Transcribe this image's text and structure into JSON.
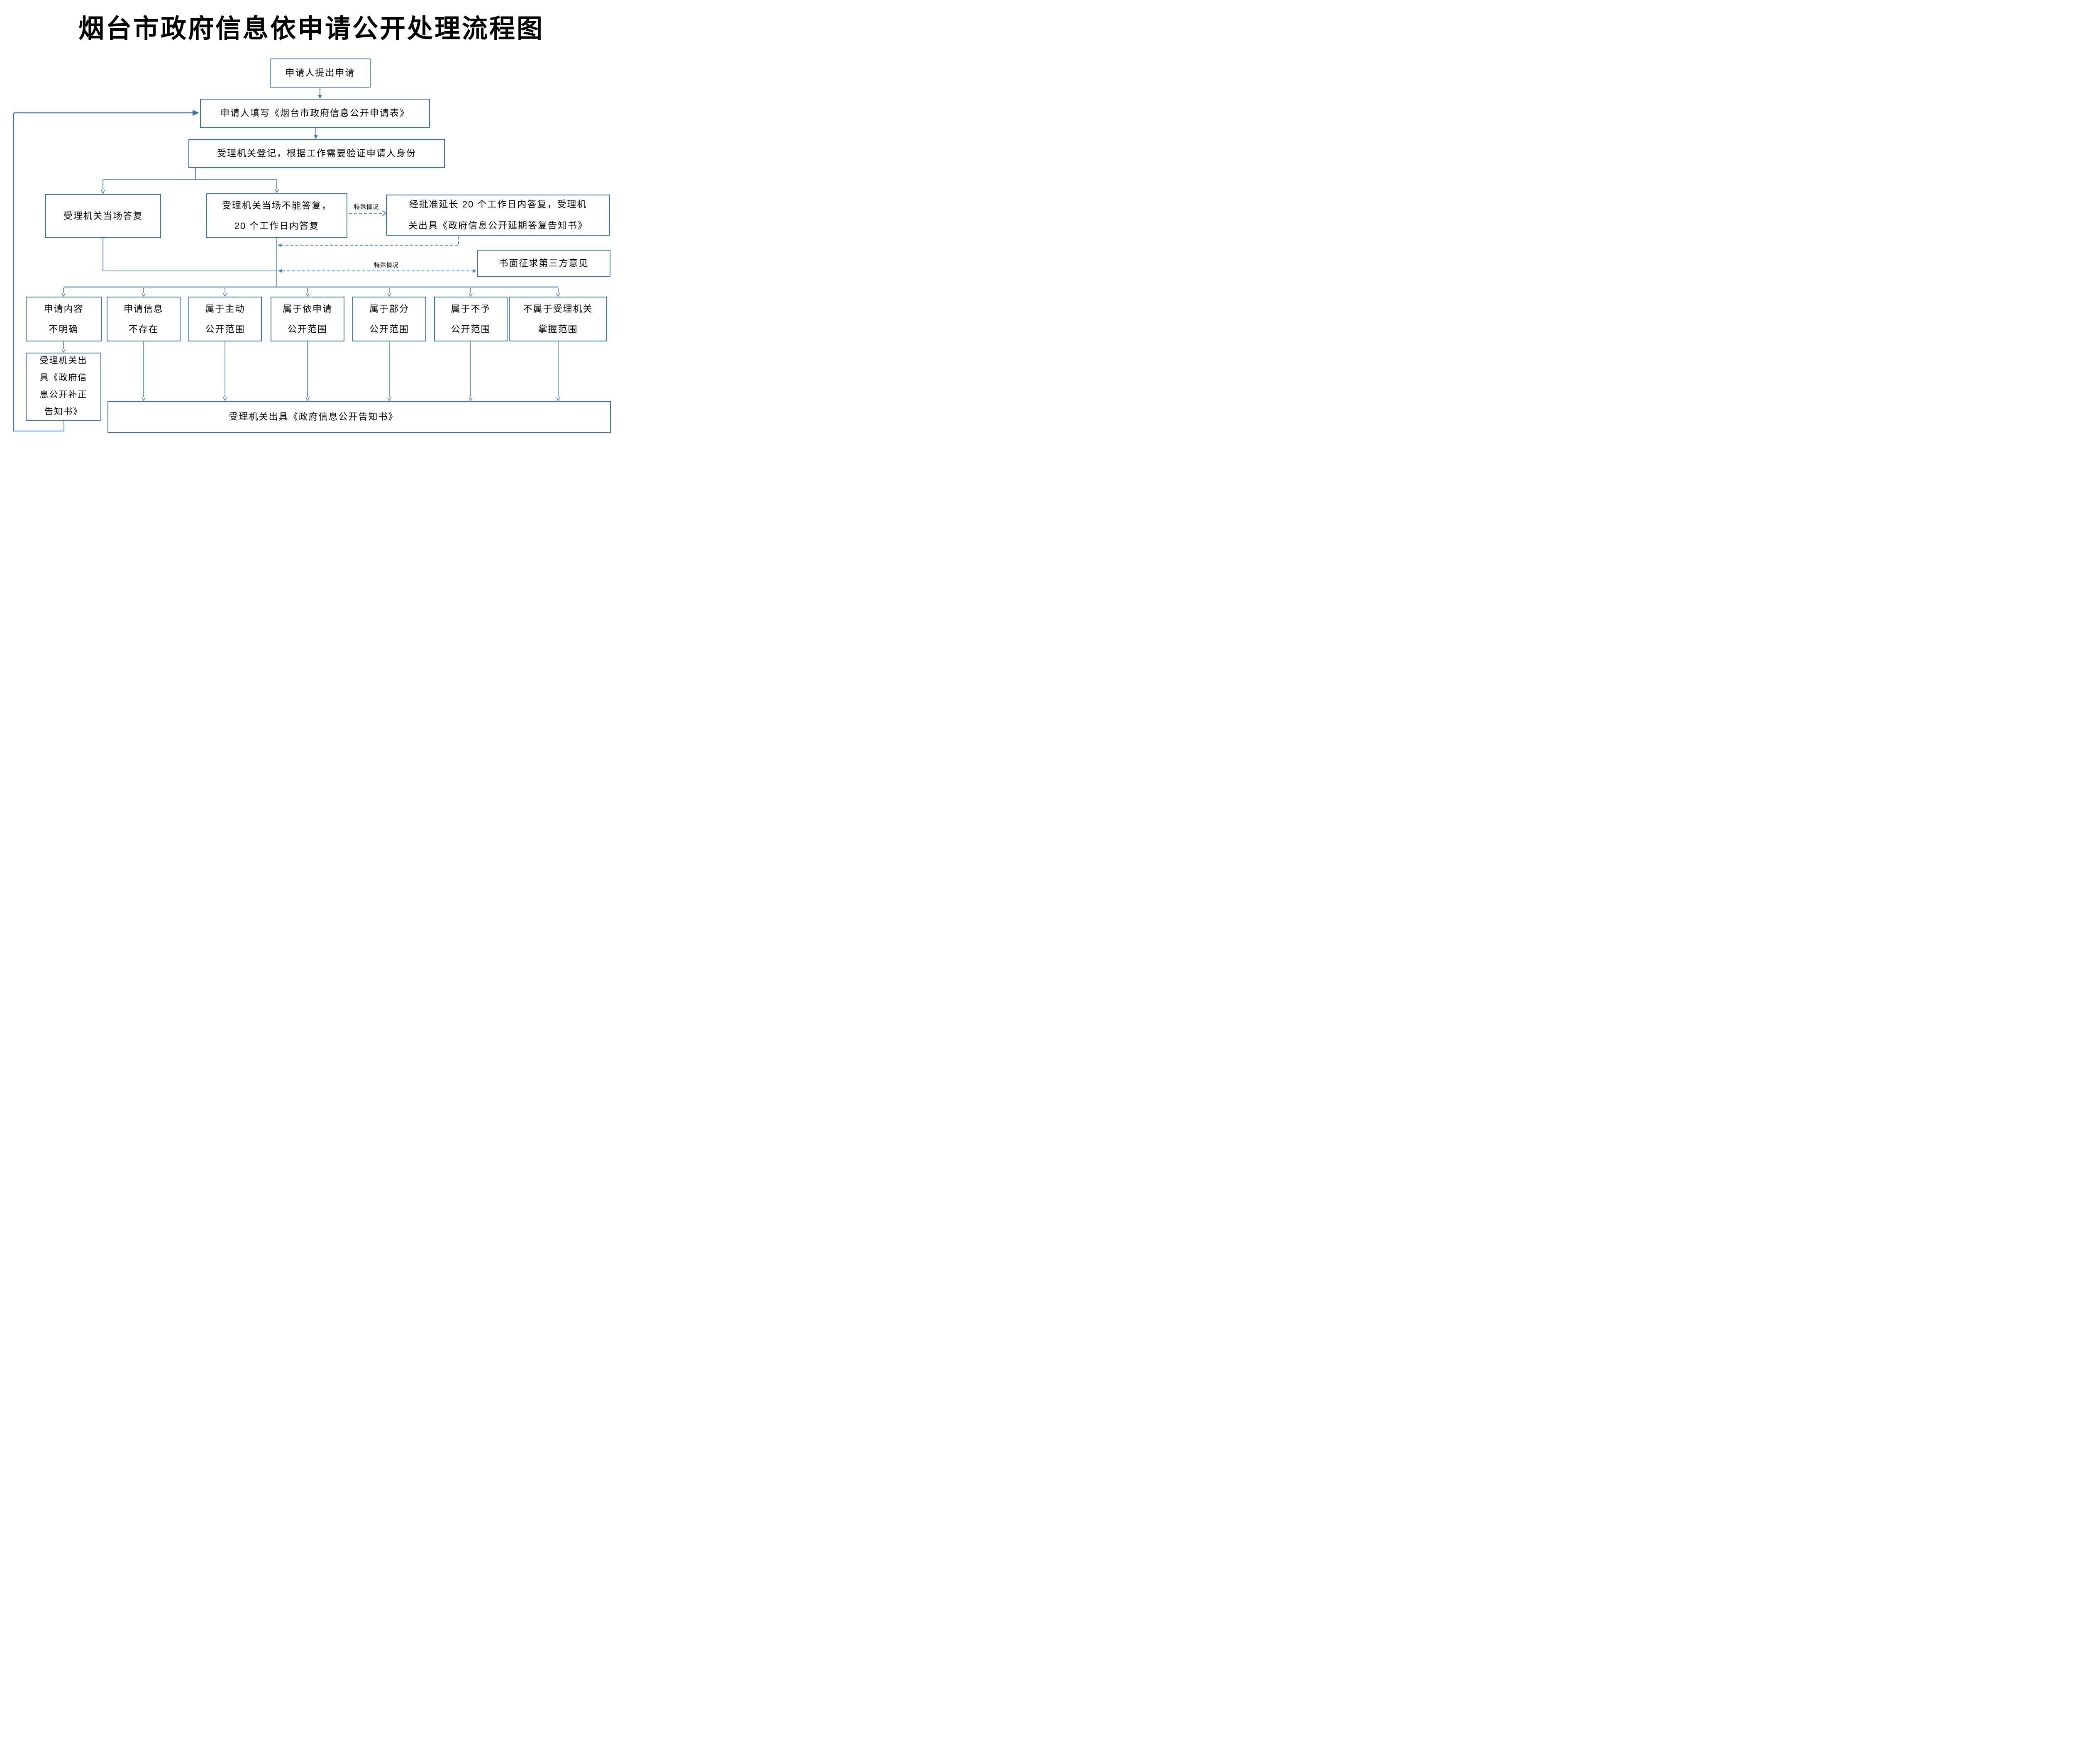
{
  "title": "烟台市政府信息依申请公开处理流程图",
  "colors": {
    "box_border": "#41719C",
    "main_line": "#41719C",
    "distribution_bar": "#9DB8D8",
    "dashed_line": "#4F81BD",
    "feedback_line": "#7DA5D6",
    "text": "#000000",
    "background": "#FFFFFF"
  },
  "nodes": {
    "apply": "申请人提出申请",
    "form": "申请人填写《烟台市政府信息公开申请表》",
    "register": "受理机关登记，根据工作需要验证申请人身份",
    "onspot": "受理机关当场答复",
    "cannot": "受理机关当场不能答复，\n20 个工作日内答复",
    "extend": "经批准延长 20 个工作日内答复，受理机\n关出具《政府信息公开延期答复告知书》",
    "third_party": "书面征求第三方意见",
    "unclear": "申请内容\n不明确",
    "nonexistent": "申请信息\n不存在",
    "proactive": "属于主动\n公开范围",
    "on_request": "属于依申请\n公开范围",
    "partial": "属于部分\n公开范围",
    "not_open": "属于不予\n公开范围",
    "not_held": "不属于受理机关\n掌握范围",
    "amend": "受理机关出\n具《政府信\n息公开补正\n告知书》",
    "notify": "受理机关出具《政府信息公开告知书》"
  },
  "edge_labels": {
    "special_case_1": "特殊情况",
    "special_case_2": "特殊情况"
  }
}
